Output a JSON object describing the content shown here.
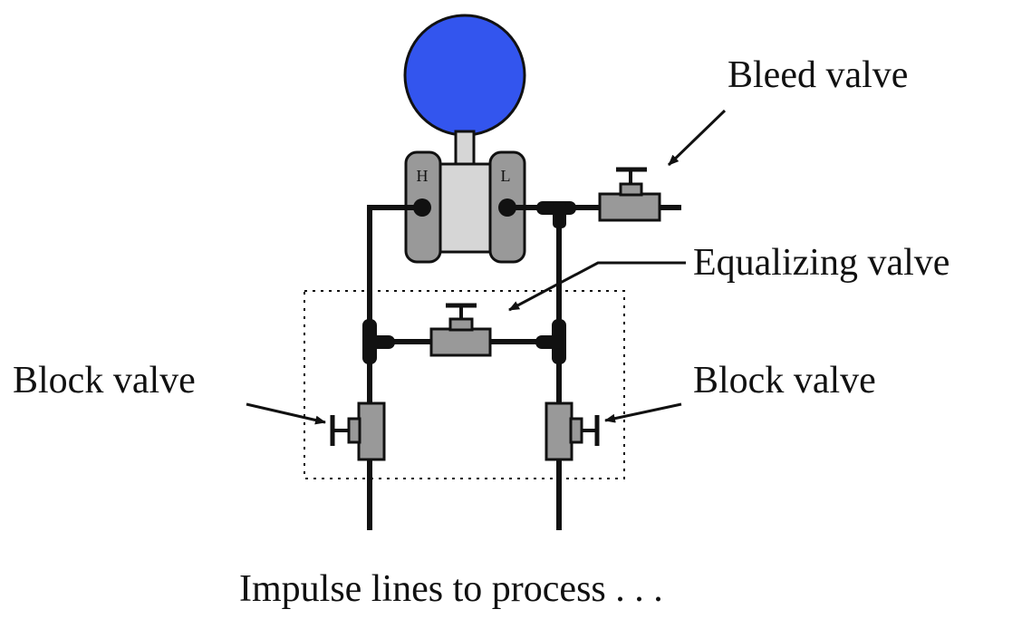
{
  "labels": {
    "bleed_valve": "Bleed valve",
    "equalizing_valve": "Equalizing valve",
    "block_valve_left": "Block valve",
    "block_valve_right": "Block valve",
    "impulse_lines": "Impulse lines to process . . ."
  },
  "transmitter": {
    "high_port": "H",
    "low_port": "L"
  },
  "colors": {
    "gauge_blue": "#3355ee",
    "body_gray": "#999999",
    "center_light_gray": "#d6d6d6",
    "line_black": "#111111"
  }
}
